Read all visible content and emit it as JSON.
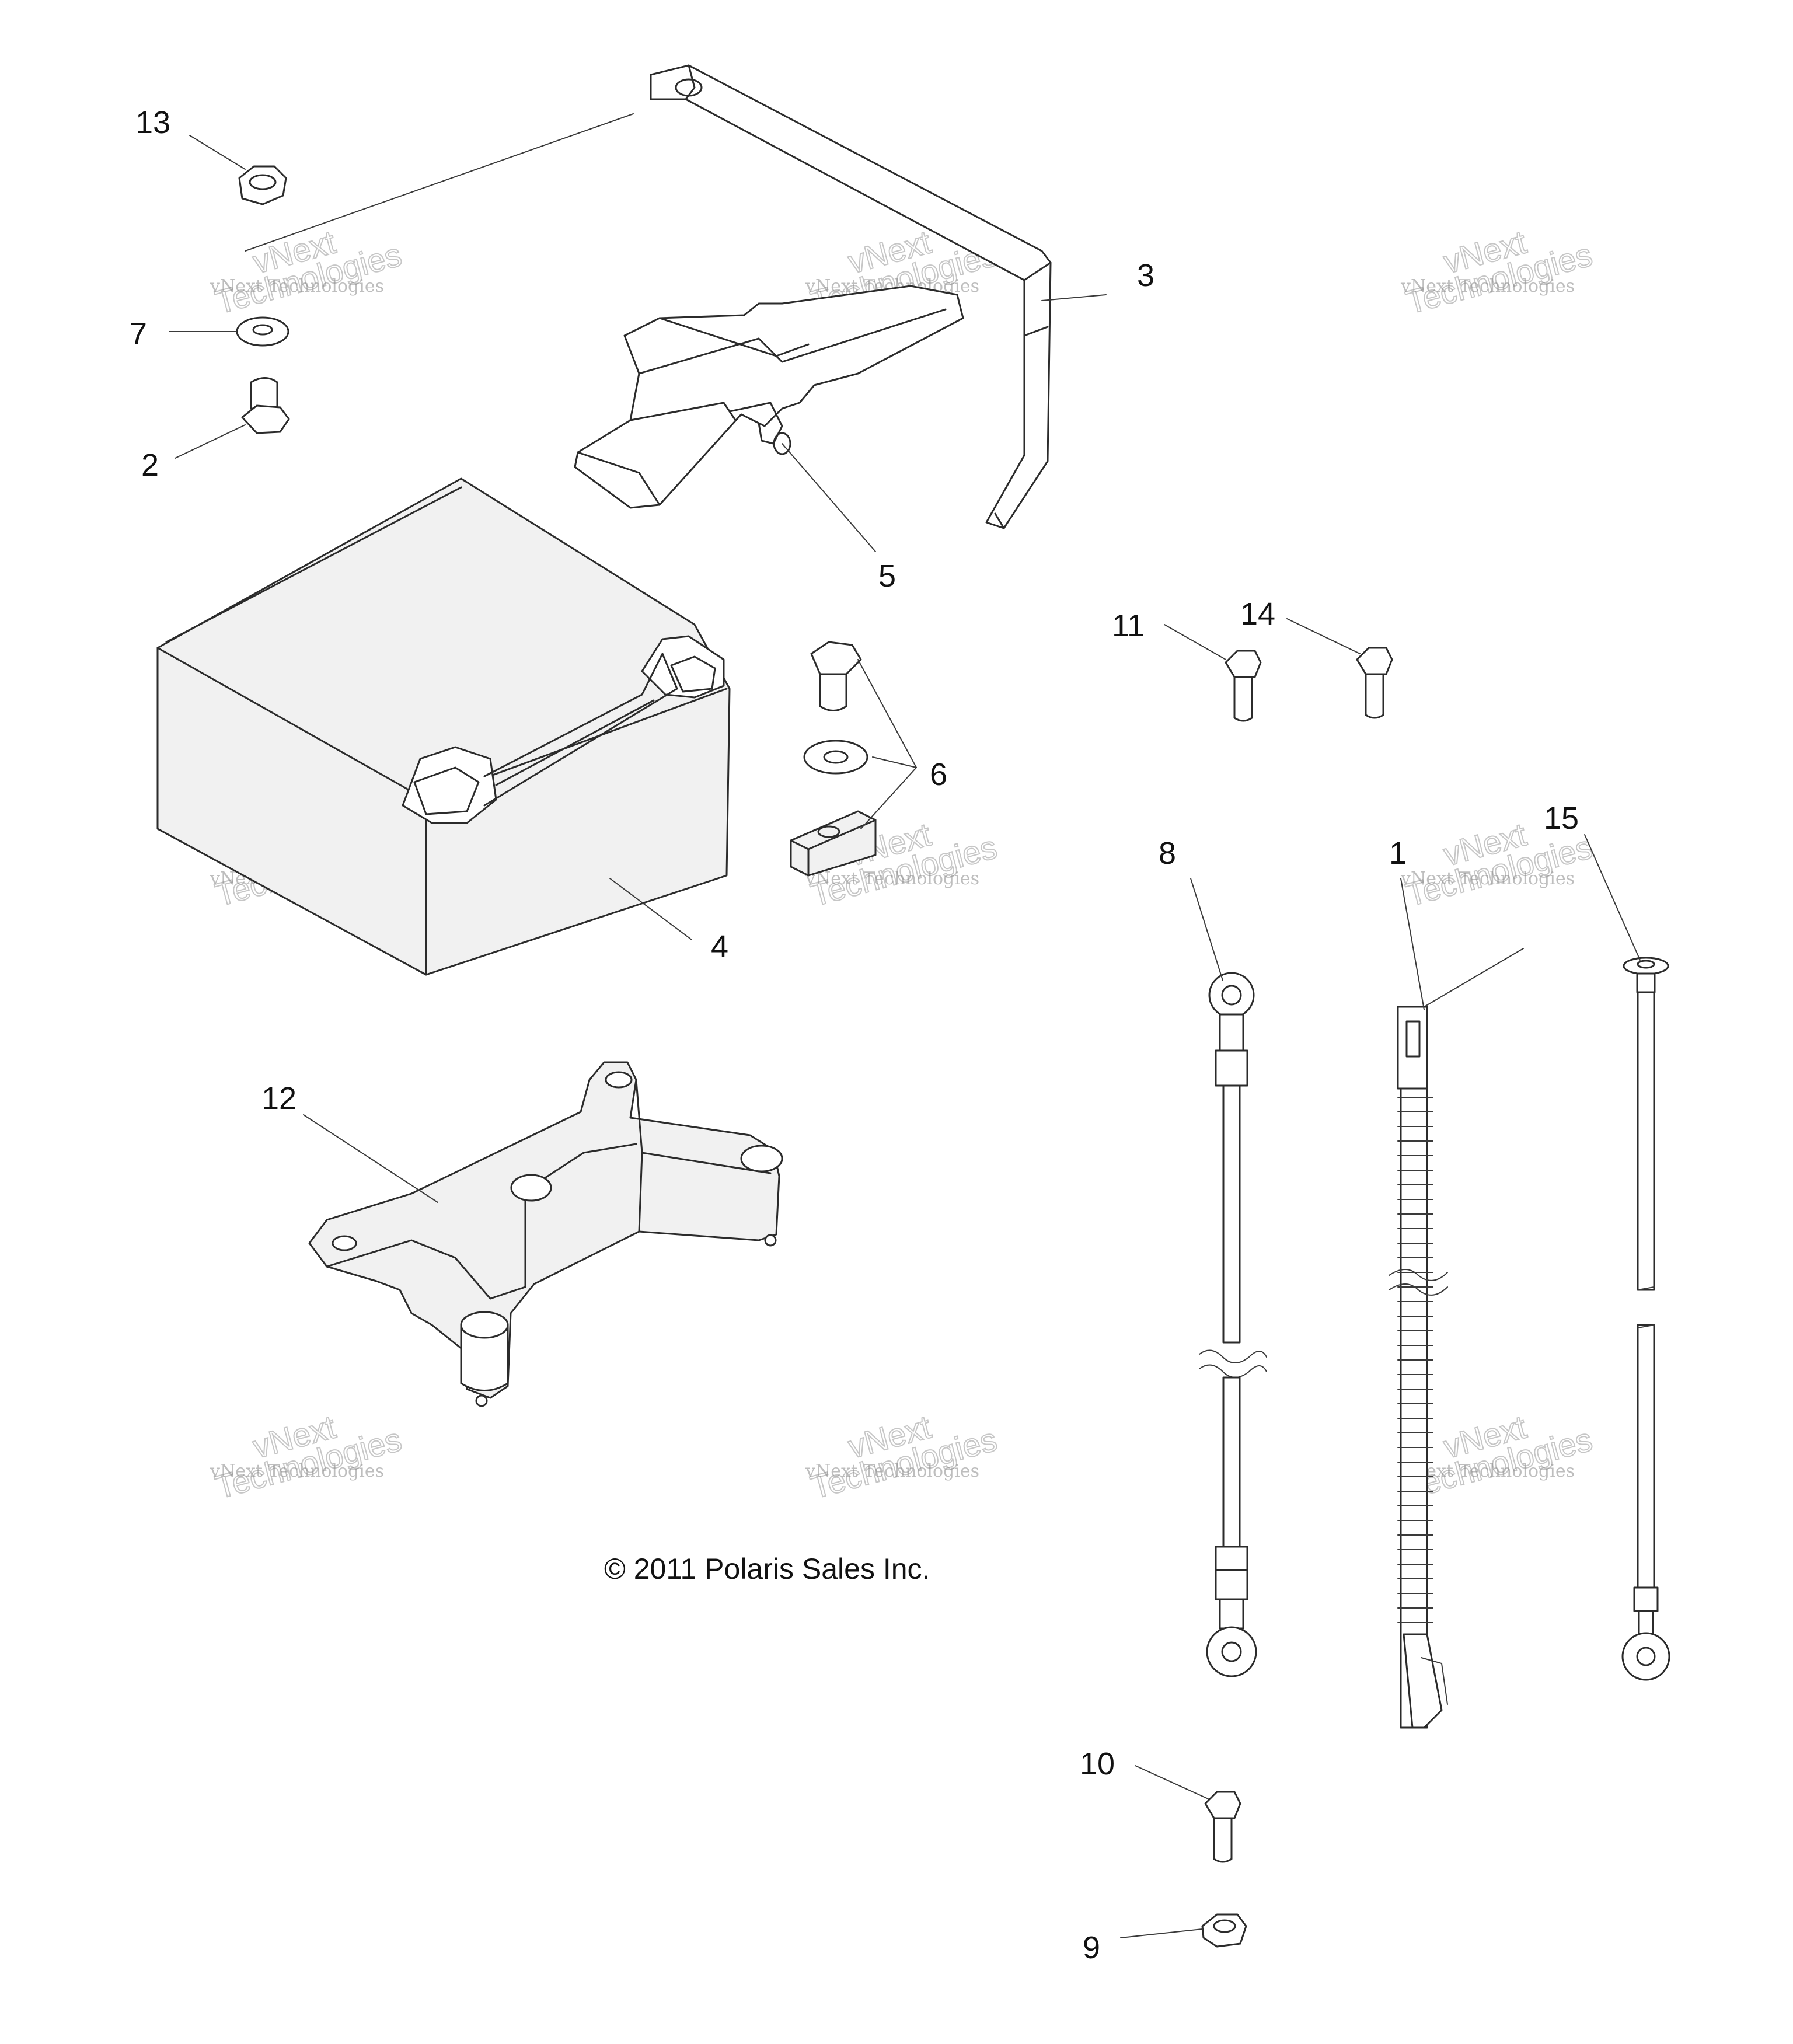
{
  "callouts": {
    "n1": "1",
    "n2": "2",
    "n3": "3",
    "n4": "4",
    "n5": "5",
    "n6": "6",
    "n7": "7",
    "n8": "8",
    "n9": "9",
    "n10": "10",
    "n11": "11",
    "n12": "12",
    "n13": "13",
    "n14": "14",
    "n15": "15"
  },
  "watermark": {
    "line1": "vNext Technologies",
    "line2": "vNext",
    "line3": "Technologies"
  },
  "copyright": "© 2011 Polaris Sales Inc."
}
